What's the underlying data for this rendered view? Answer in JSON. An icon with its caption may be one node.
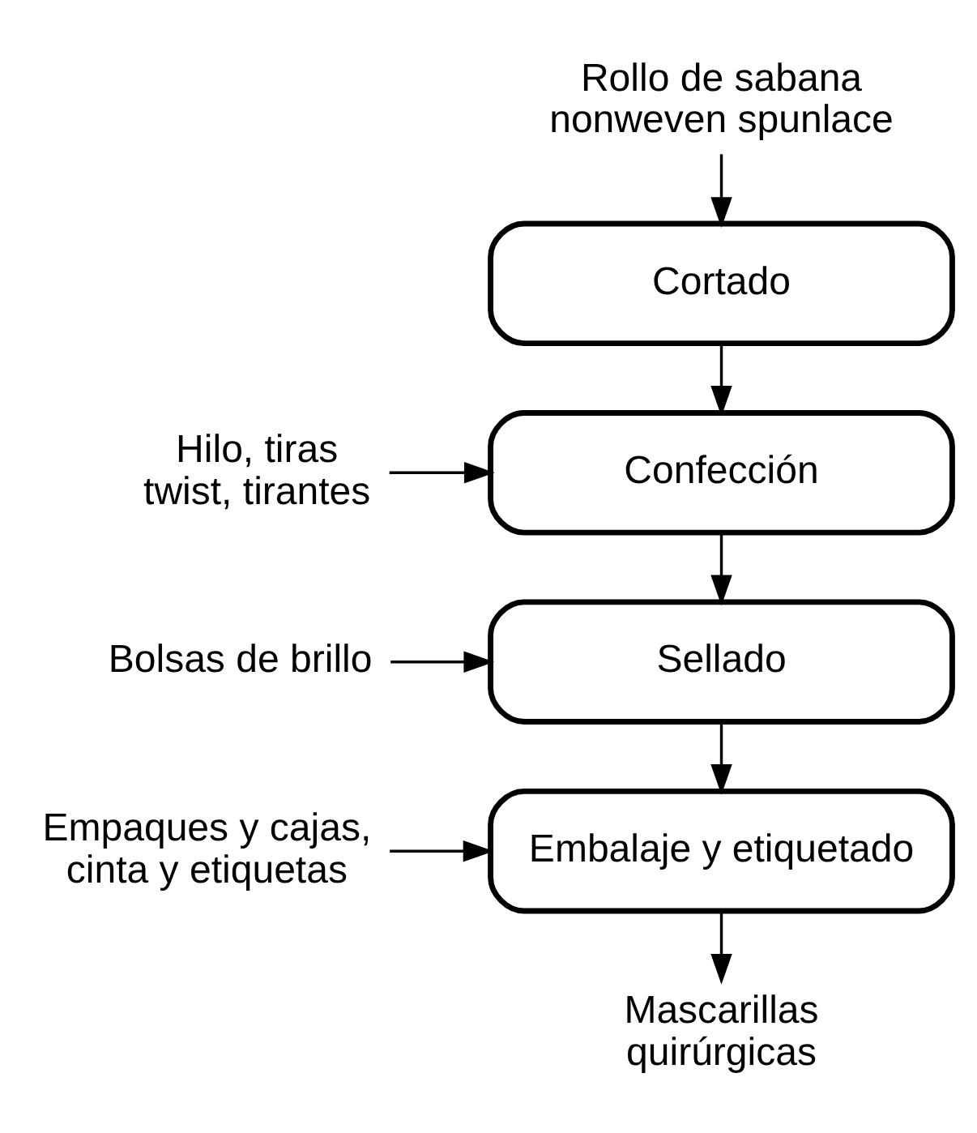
{
  "diagram": {
    "nodes": [
      {
        "text": [
          "Rollo de sabana nonweven spunlace"
        ]
      },
      {
        "text": [
          "Cortado"
        ]
      },
      {
        "text": [
          "Hilo, tiras twist, tirantes"
        ]
      },
      {
        "text": [
          "Confección"
        ]
      },
      {
        "text": [
          "Bolsas de brillo"
        ]
      },
      {
        "text": [
          "Sellado"
        ]
      },
      {
        "text": [
          "Empaques y cajas, cinta y etiquetas"
        ]
      },
      {
        "text": [
          "Embalaje y etiquetado"
        ]
      },
      {
        "text": [
          "Mascarillas quirúrgicas"
        ]
      }
    ],
    "edges": [
      {
        "from": 0,
        "to": 1,
        "arrow": "to"
      },
      {
        "from": 1,
        "to": 3,
        "arrow": "to"
      },
      {
        "from": 2,
        "to": 3,
        "arrow": "to"
      },
      {
        "from": 3,
        "to": 5,
        "arrow": "to"
      },
      {
        "from": 4,
        "to": 5,
        "arrow": "to"
      },
      {
        "from": 5,
        "to": 7,
        "arrow": "to"
      },
      {
        "from": 6,
        "to": 7,
        "arrow": "to"
      },
      {
        "from": 7,
        "to": 8,
        "arrow": "to"
      }
    ]
  }
}
